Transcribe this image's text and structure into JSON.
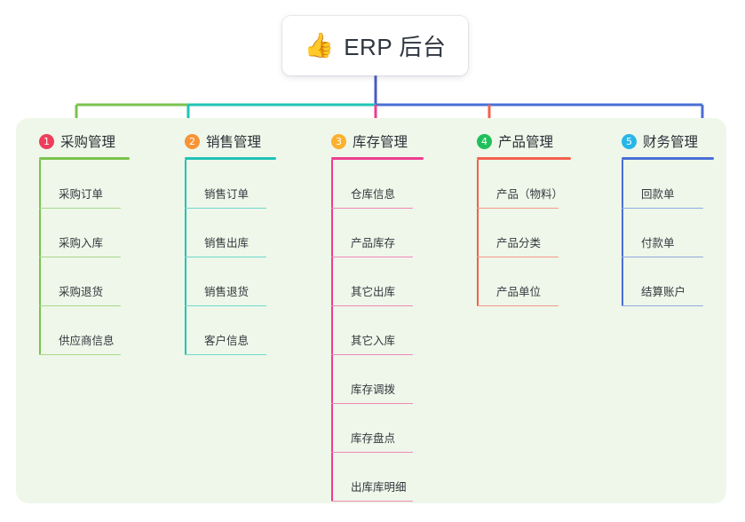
{
  "root": {
    "icon": "thumbs-up-emoji",
    "emoji": "👍",
    "label": "ERP 后台"
  },
  "palette": {
    "panel_bg": "#eef7e9",
    "page_bg": "#ffffff",
    "root_text": "#2f3640",
    "trunk": "#4a5bc4"
  },
  "columns": [
    {
      "number": "1",
      "title": "采购管理",
      "badge_color": "#ef3e5c",
      "line_color": "#7cc24f",
      "item_line_color": "#a9d88a",
      "items": [
        {
          "label": "采购订单"
        },
        {
          "label": "采购入库"
        },
        {
          "label": "采购退货"
        },
        {
          "label": "供应商信息"
        }
      ]
    },
    {
      "number": "2",
      "title": "销售管理",
      "badge_color": "#f79336",
      "line_color": "#21c3b6",
      "item_line_color": "#72d8ce",
      "items": [
        {
          "label": "销售订单"
        },
        {
          "label": "销售出库"
        },
        {
          "label": "销售退货"
        },
        {
          "label": "客户信息"
        }
      ]
    },
    {
      "number": "3",
      "title": "库存管理",
      "badge_color": "#fbb12f",
      "line_color": "#ee3d8f",
      "item_line_color": "#f287ba",
      "items": [
        {
          "label": "仓库信息"
        },
        {
          "label": "产品库存"
        },
        {
          "label": "其它出库"
        },
        {
          "label": "其它入库"
        },
        {
          "label": "库存调拨"
        },
        {
          "label": "库存盘点"
        },
        {
          "label": "出库库明细"
        }
      ]
    },
    {
      "number": "4",
      "title": "产品管理",
      "badge_color": "#21bf5b",
      "line_color": "#f4604f",
      "item_line_color": "#f7988c",
      "items": [
        {
          "label": "产品（物料）"
        },
        {
          "label": "产品分类"
        },
        {
          "label": "产品单位"
        }
      ]
    },
    {
      "number": "5",
      "title": "财务管理",
      "badge_color": "#28b6e8",
      "line_color": "#4a6fd4",
      "item_line_color": "#93a9e0",
      "items": [
        {
          "label": "回款单"
        },
        {
          "label": "付款单"
        },
        {
          "label": "结算账户"
        }
      ]
    }
  ]
}
